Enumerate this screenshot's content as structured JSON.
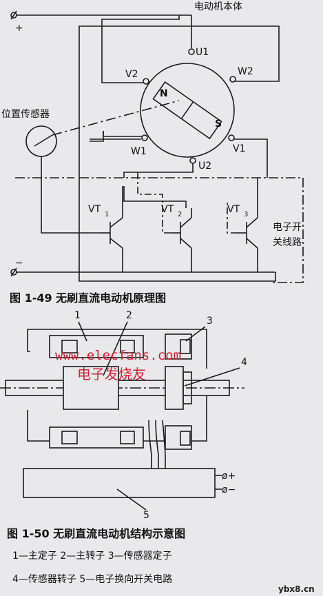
{
  "fig49": {
    "body_label": "电动机本体",
    "plus": "+",
    "minus": "−",
    "terminals": {
      "u1": "U1",
      "v2": "V2",
      "w2": "W2",
      "w1": "W1",
      "v1": "V1",
      "u2": "U2"
    },
    "pole_n": "N",
    "pole_s": "S",
    "sensor_label": "位置传感器",
    "switch_label_1": "电子开",
    "switch_label_2": "关线路",
    "transistors": [
      "VT",
      "VT",
      "VT"
    ],
    "transistor_subs": [
      "1",
      "2",
      "3"
    ],
    "caption": "图 1-49   无刷直流电动机原理图"
  },
  "fig50": {
    "callouts": [
      "1",
      "2",
      "3",
      "4",
      "5"
    ],
    "terminal_plus": "ø+",
    "terminal_minus": "ø−",
    "caption": "图 1-50   无刷直流电动机结构示意图",
    "legend_line1": "1—主定子   2—主转子   3—传感器定子",
    "legend_line2": "4—传感器转子   5—电子换向开关电路"
  },
  "watermark": {
    "url": "www.elecfans.com",
    "cn": "电子发烧友",
    "site": "ybx8.cn"
  }
}
